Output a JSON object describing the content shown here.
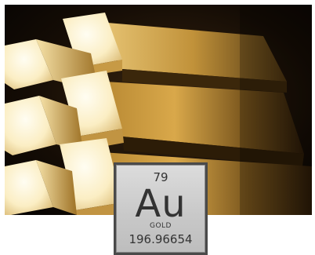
{
  "element_tile": {
    "atomic_number": "79",
    "symbol": "Au",
    "name": "GOLD",
    "atomic_mass": "196.96654"
  },
  "colors": {
    "tile_background": "#cfcfcf",
    "tile_border": "#4a4a4a",
    "tile_text": "#333333",
    "gold_highlight": "#fff4c8",
    "gold_mid": "#c89a3a",
    "gold_shadow": "#3a2608",
    "photo_background": "#0b0703"
  }
}
